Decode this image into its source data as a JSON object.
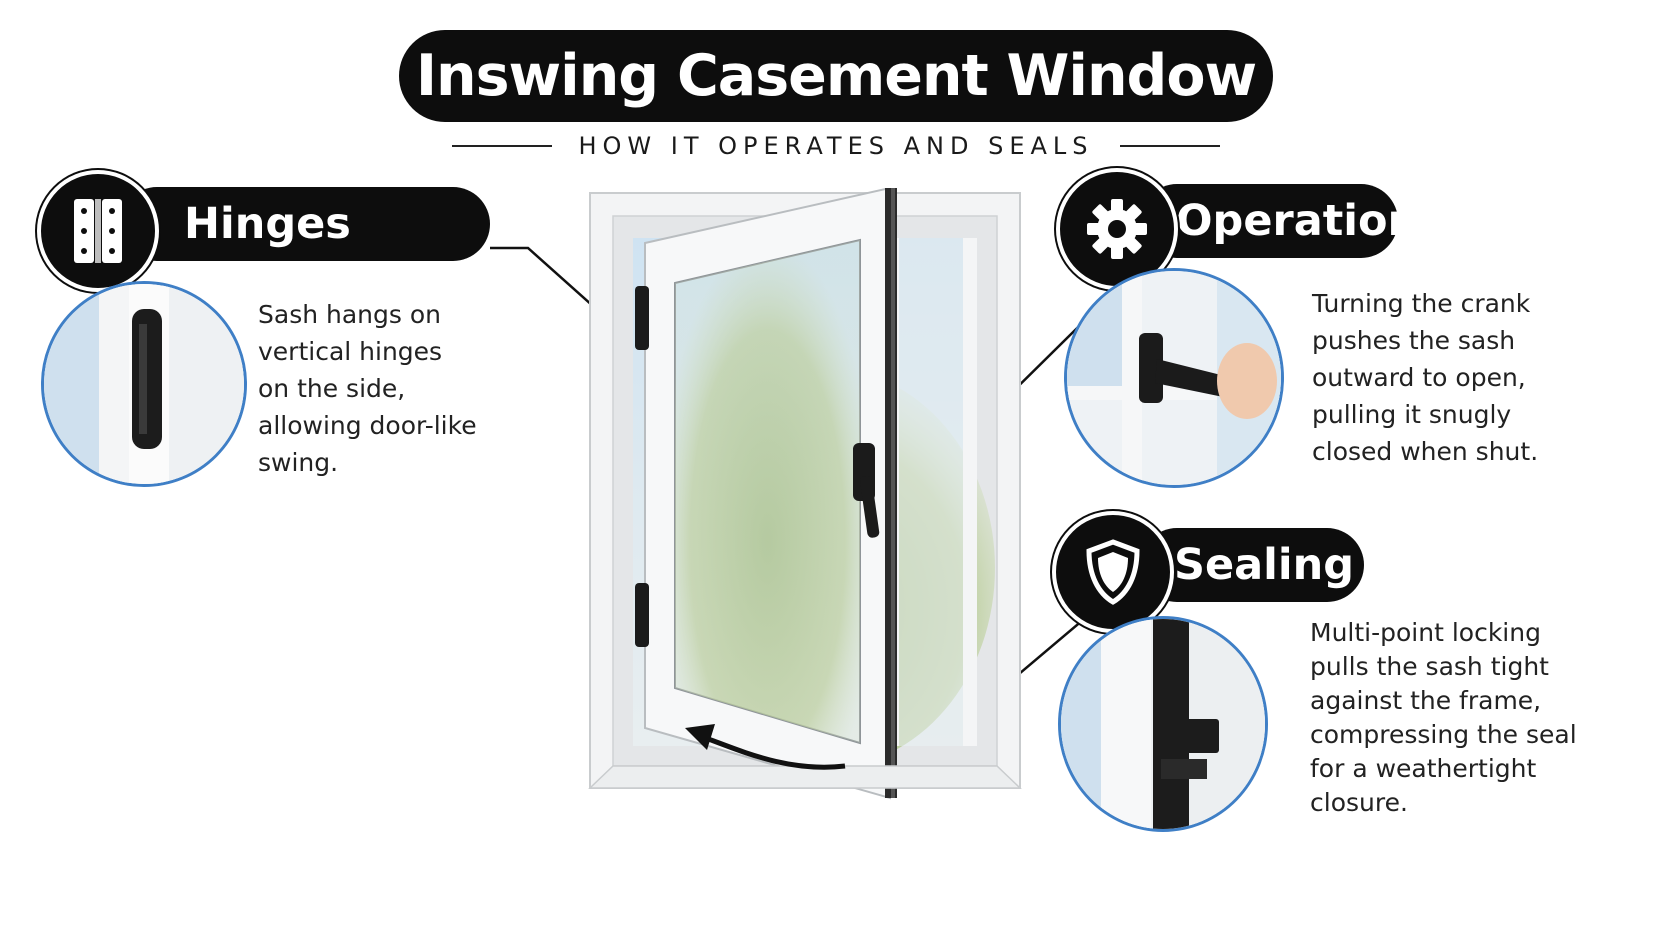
{
  "title": "Inswing Casement Window",
  "subtitle": "HOW IT OPERATES AND SEALS",
  "sections": {
    "hinges": {
      "label": "Hinges",
      "icon": "hinge-icon",
      "description": [
        "Sash hangs on",
        "vertical hinges",
        "on the side,",
        "allowing door-like",
        "swing."
      ]
    },
    "operation": {
      "label": "Operation",
      "icon": "gear-icon",
      "description": [
        "Turning the crank",
        "pushes the sash",
        "outward to open,",
        "pulling it snugly",
        "closed when shut."
      ]
    },
    "sealing": {
      "label": "Sealing",
      "icon": "shield-icon",
      "description": [
        "Multi-point locking",
        "pulls the sash tight",
        "against the frame,",
        "compressing the seal",
        "for a weathertight",
        "closure."
      ]
    }
  },
  "colors": {
    "pill": "#0d0d0d",
    "circle_border": "#3f7fc6",
    "frame": "#f2f3f4",
    "glass": "#cfe4f2"
  }
}
